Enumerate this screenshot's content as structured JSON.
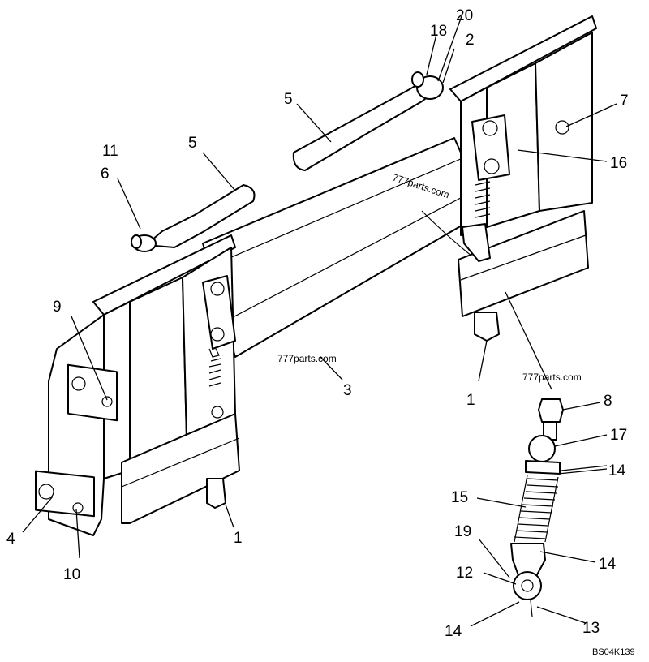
{
  "labels": {
    "l1a": "1",
    "l1b": "1",
    "l2": "2",
    "l3": "3",
    "l4": "4",
    "l5a": "5",
    "l5b": "5",
    "l6": "6",
    "l7": "7",
    "l8": "8",
    "l9": "9",
    "l10": "10",
    "l11": "11",
    "l12": "12",
    "l13": "13",
    "l14a": "14",
    "l14b": "14",
    "l14c": "14",
    "l15": "15",
    "l16": "16",
    "l17": "17",
    "l18": "18",
    "l19": "19",
    "l20": "20"
  },
  "watermarks": {
    "w1": "777parts.com",
    "w2": "777parts.com",
    "w3": "777parts.com"
  },
  "drawing_code": "BS04K139"
}
